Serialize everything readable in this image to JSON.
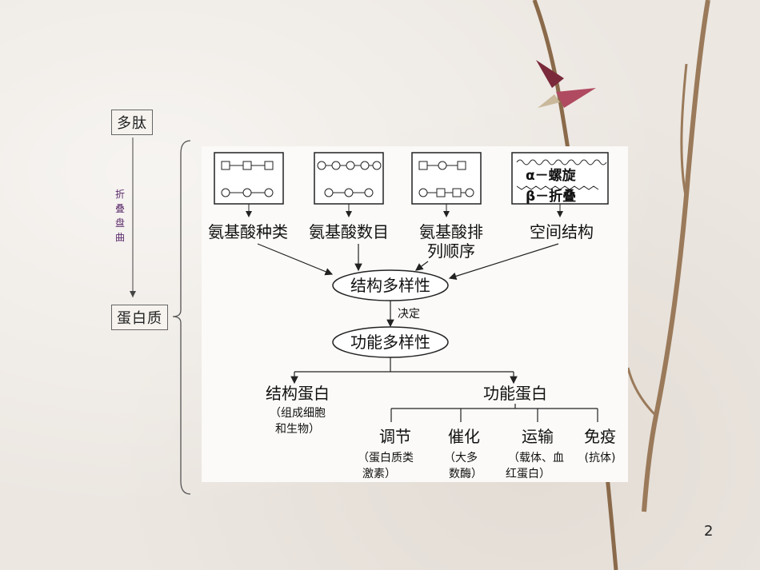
{
  "left": {
    "top_box": "多肽",
    "bottom_box": "蛋白质",
    "vertical_label": [
      "折",
      "叠",
      "盘",
      "曲"
    ]
  },
  "diagram": {
    "helix_labels": [
      "α－螺旋",
      "β－折叠"
    ],
    "factors": [
      "氨基酸种类",
      "氨基酸数目",
      "氨基酸排",
      "列顺序",
      "空间结构"
    ],
    "structure_diversity": "结构多样性",
    "decides": "决定",
    "function_diversity": "功能多样性",
    "structural_protein": "结构蛋白",
    "structural_note": [
      "（组成细胞",
      "和生物）"
    ],
    "functional_protein": "功能蛋白",
    "functions": [
      {
        "name": "调节",
        "note": [
          "（蛋白质类",
          "激素）"
        ]
      },
      {
        "name": "催化",
        "note": [
          "（大多",
          "数酶）"
        ]
      },
      {
        "name": "运输",
        "note": [
          "（载体、血",
          "红蛋白）"
        ]
      },
      {
        "name": "免疫",
        "note": [
          "(抗体)"
        ]
      }
    ]
  },
  "page_number": "2"
}
